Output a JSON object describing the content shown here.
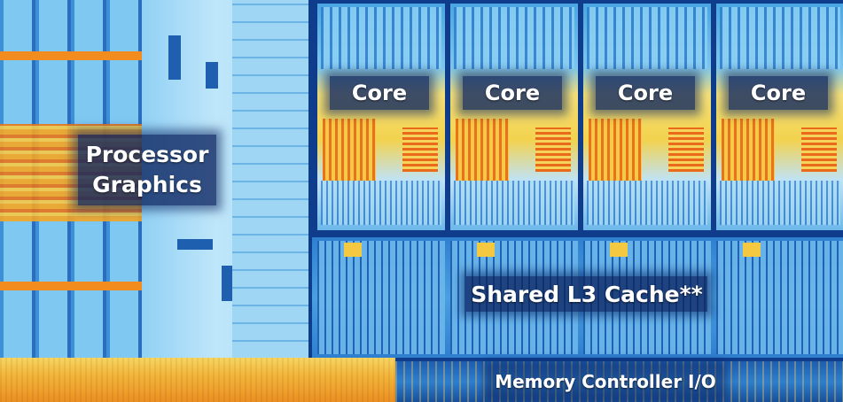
{
  "diagram": {
    "regions": {
      "graphics": "Processor\nGraphics",
      "cores": [
        "Core",
        "Core",
        "Core",
        "Core"
      ],
      "cache": "Shared L3 Cache**",
      "memory": "Memory Controller I/O"
    },
    "colors": {
      "die_blue": "#0f3d8c",
      "label_bg": "#0a235f",
      "accent_orange": "#f28c1e",
      "accent_yellow": "#f5c842"
    }
  }
}
